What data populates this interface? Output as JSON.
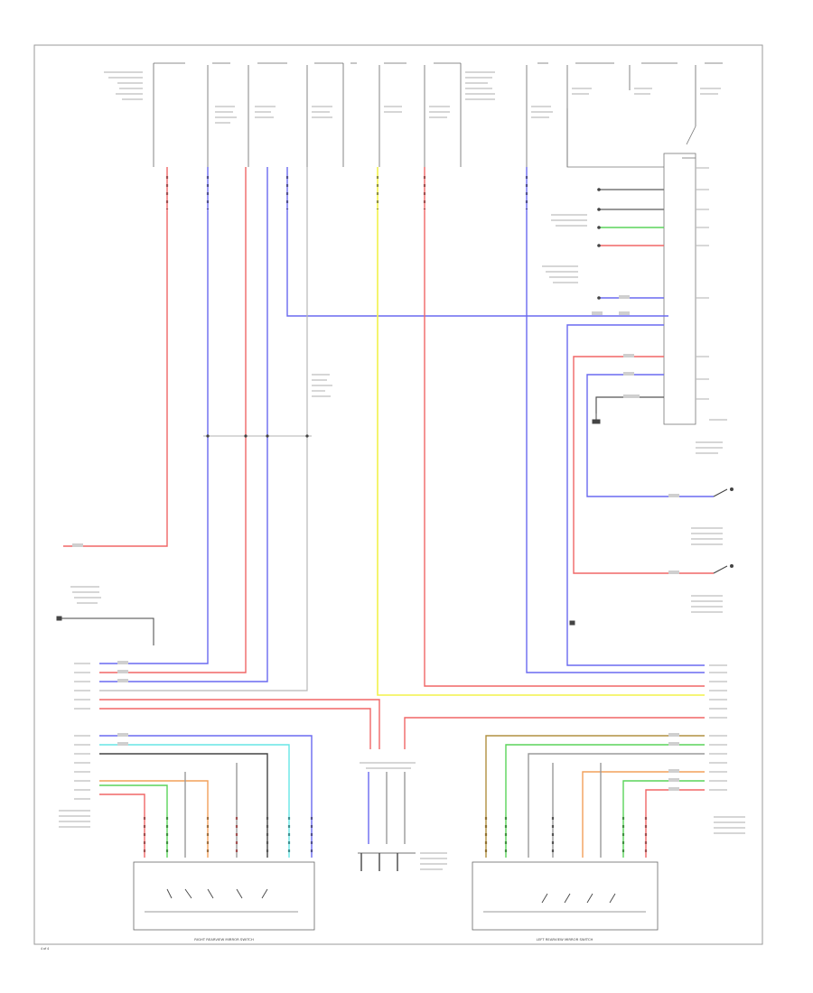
{
  "diagram": {
    "colors": {
      "frame": "#9a9a9a",
      "red": "#f06666",
      "blue": "#6a6af0",
      "yellow": "#f2f24a",
      "green": "#5ad45a",
      "cyan": "#66e6e6",
      "orange": "#f2a05a",
      "gray": "#9a9a9a",
      "dark": "#444444"
    },
    "component_captions": {
      "right_switch": "RIGHT REARVIEW MIRROR SWITCH",
      "left_switch": "LEFT REARVIEW MIRROR SWITCH",
      "page_marker": "4 of 4"
    },
    "icons": [
      "ground-symbol",
      "switch-contact",
      "connector-pin"
    ]
  }
}
